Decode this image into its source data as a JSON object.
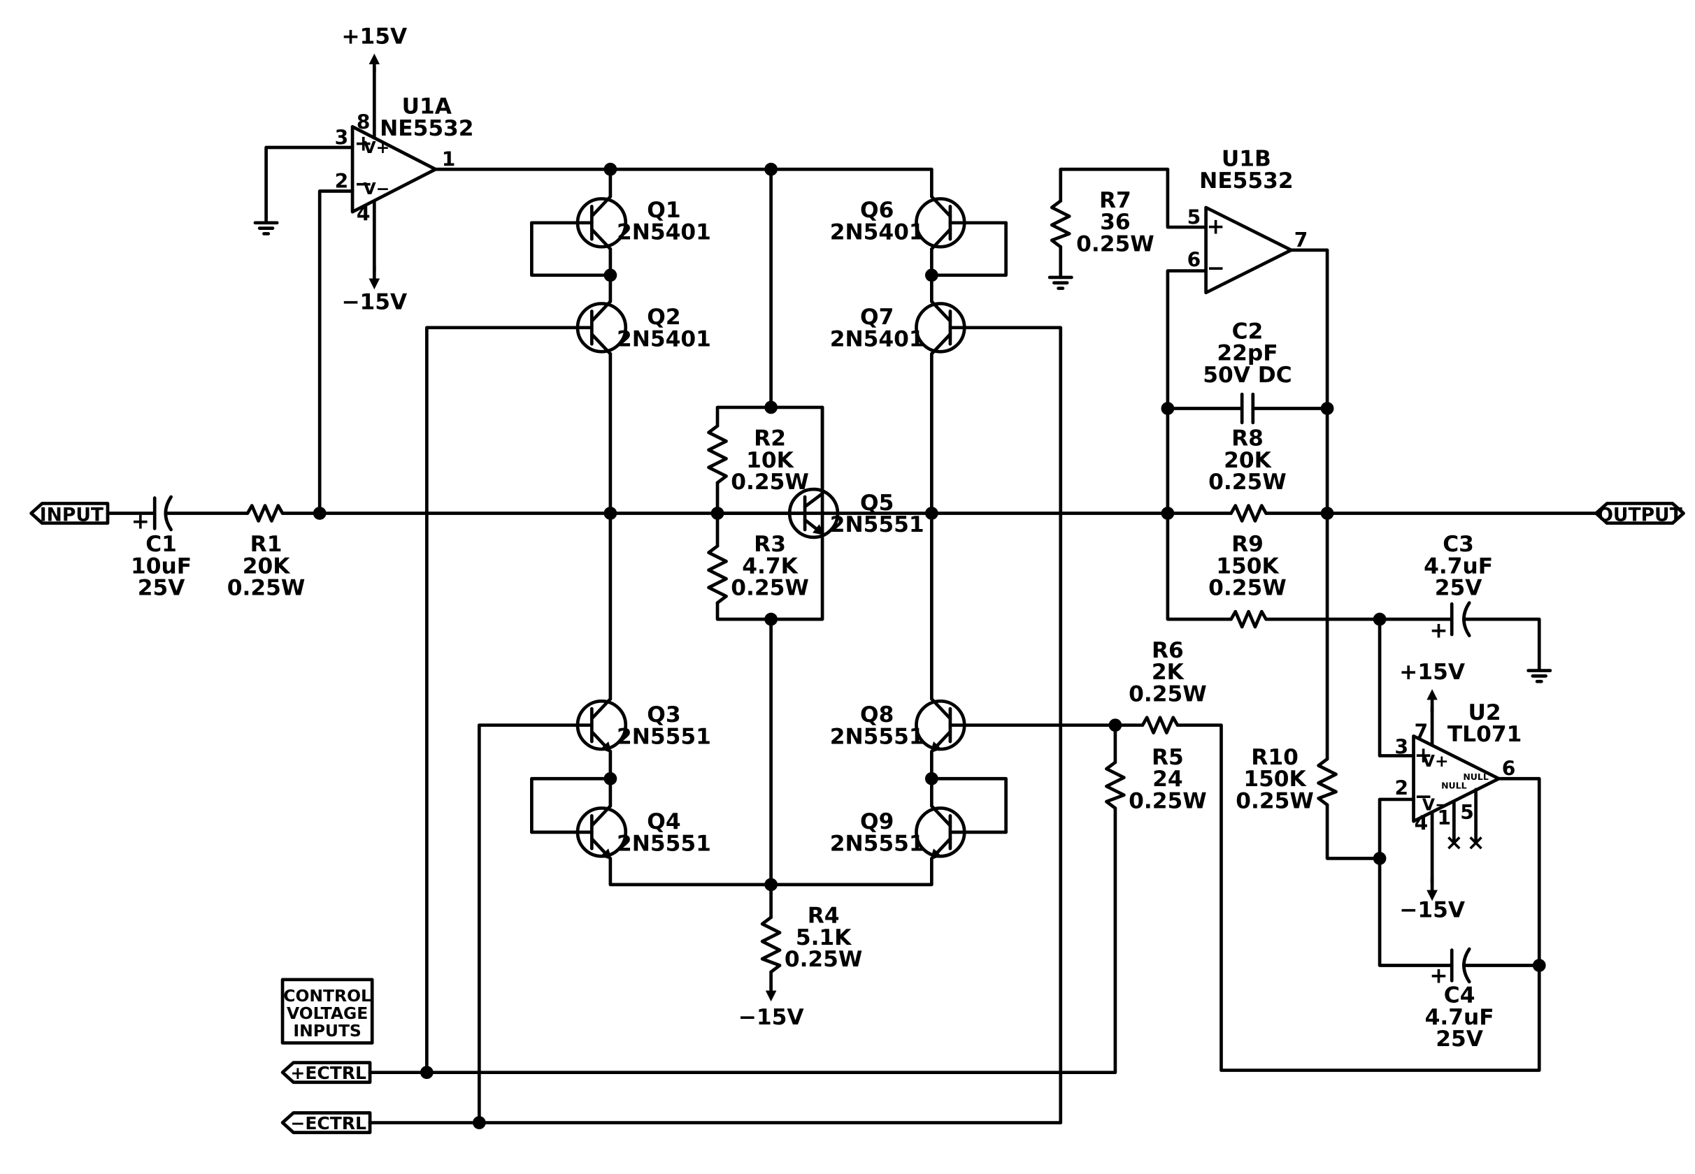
{
  "ports": {
    "input": "INPUT",
    "output": "OUTPUT",
    "pos_ctrl": "+ECTRL",
    "neg_ctrl": "−ECTRL",
    "control_box": [
      "CONTROL",
      "VOLTAGE",
      "INPUTS"
    ]
  },
  "rails": {
    "pos": "+15V",
    "neg": "−15V"
  },
  "opamps": {
    "u1a": {
      "ref": "U1A",
      "part": "NE5532",
      "pins": {
        "out": "1",
        "noninv": "3",
        "inv": "2",
        "vplus": "8",
        "vminus": "4"
      }
    },
    "u1b": {
      "ref": "U1B",
      "part": "NE5532",
      "pins": {
        "out": "7",
        "noninv": "5",
        "inv": "6"
      }
    },
    "u2": {
      "ref": "U2",
      "part": "TL071",
      "pins": {
        "out": "6",
        "noninv": "3",
        "inv": "2",
        "vplus": "7",
        "vminus": "4",
        "null1": "1",
        "null5": "5"
      }
    },
    "supply_labels": {
      "vplus": "V+",
      "vminus": "V−",
      "plus": "+",
      "minus": "−"
    },
    "null_label": "NULL"
  },
  "transistors": {
    "q1": {
      "ref": "Q1",
      "part": "2N5401"
    },
    "q2": {
      "ref": "Q2",
      "part": "2N5401"
    },
    "q3": {
      "ref": "Q3",
      "part": "2N5551"
    },
    "q4": {
      "ref": "Q4",
      "part": "2N5551"
    },
    "q5": {
      "ref": "Q5",
      "part": "2N5551"
    },
    "q6": {
      "ref": "Q6",
      "part": "2N5401"
    },
    "q7": {
      "ref": "Q7",
      "part": "2N5401"
    },
    "q8": {
      "ref": "Q8",
      "part": "2N5551"
    },
    "q9": {
      "ref": "Q9",
      "part": "2N5551"
    }
  },
  "resistors": {
    "r1": {
      "ref": "R1",
      "value": "20K",
      "rating": "0.25W"
    },
    "r2": {
      "ref": "R2",
      "value": "10K",
      "rating": "0.25W"
    },
    "r3": {
      "ref": "R3",
      "value": "4.7K",
      "rating": "0.25W"
    },
    "r4": {
      "ref": "R4",
      "value": "5.1K",
      "rating": "0.25W"
    },
    "r5": {
      "ref": "R5",
      "value": "24",
      "rating": "0.25W"
    },
    "r6": {
      "ref": "R6",
      "value": "2K",
      "rating": "0.25W"
    },
    "r7": {
      "ref": "R7",
      "value": "36",
      "rating": "0.25W"
    },
    "r8": {
      "ref": "R8",
      "value": "20K",
      "rating": "0.25W"
    },
    "r9": {
      "ref": "R9",
      "value": "150K",
      "rating": "0.25W"
    },
    "r10": {
      "ref": "R10",
      "value": "150K",
      "rating": "0.25W"
    }
  },
  "capacitors": {
    "c1": {
      "ref": "C1",
      "value": "10uF",
      "rating": "25V"
    },
    "c2": {
      "ref": "C2",
      "value": "22pF",
      "rating": "50V DC"
    },
    "c3": {
      "ref": "C3",
      "value": "4.7uF",
      "rating": "25V"
    },
    "c4": {
      "ref": "C4",
      "value": "4.7uF",
      "rating": "25V"
    }
  },
  "polarity_mark": "+",
  "no_connect": "×"
}
